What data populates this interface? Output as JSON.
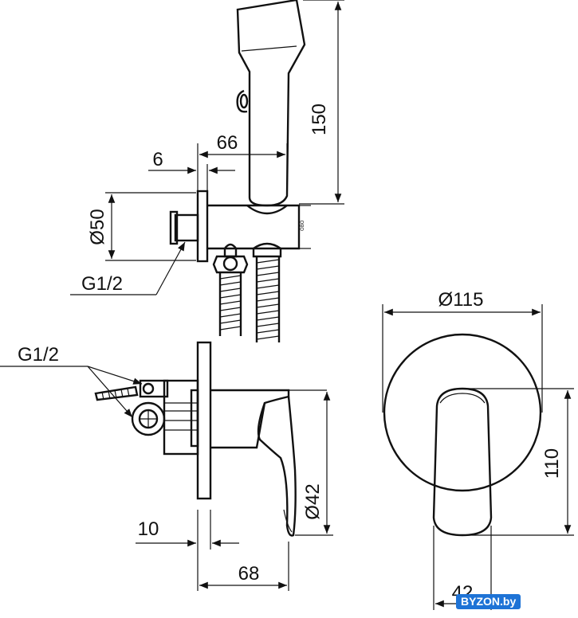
{
  "dimensions": {
    "shower_length": "150",
    "shower_offset": "66",
    "holder_thickness": "6",
    "holder_diameter": "Ø50",
    "holder_thread": "G1/2",
    "inlet_thread": "G1/2",
    "plate_thickness": "10",
    "depth": "68",
    "body_diameter": "Ø42",
    "plate_diameter": "Ø115",
    "height": "110",
    "handle_width": "42"
  },
  "small_label": "OBO",
  "watermark": "BYZON.by"
}
